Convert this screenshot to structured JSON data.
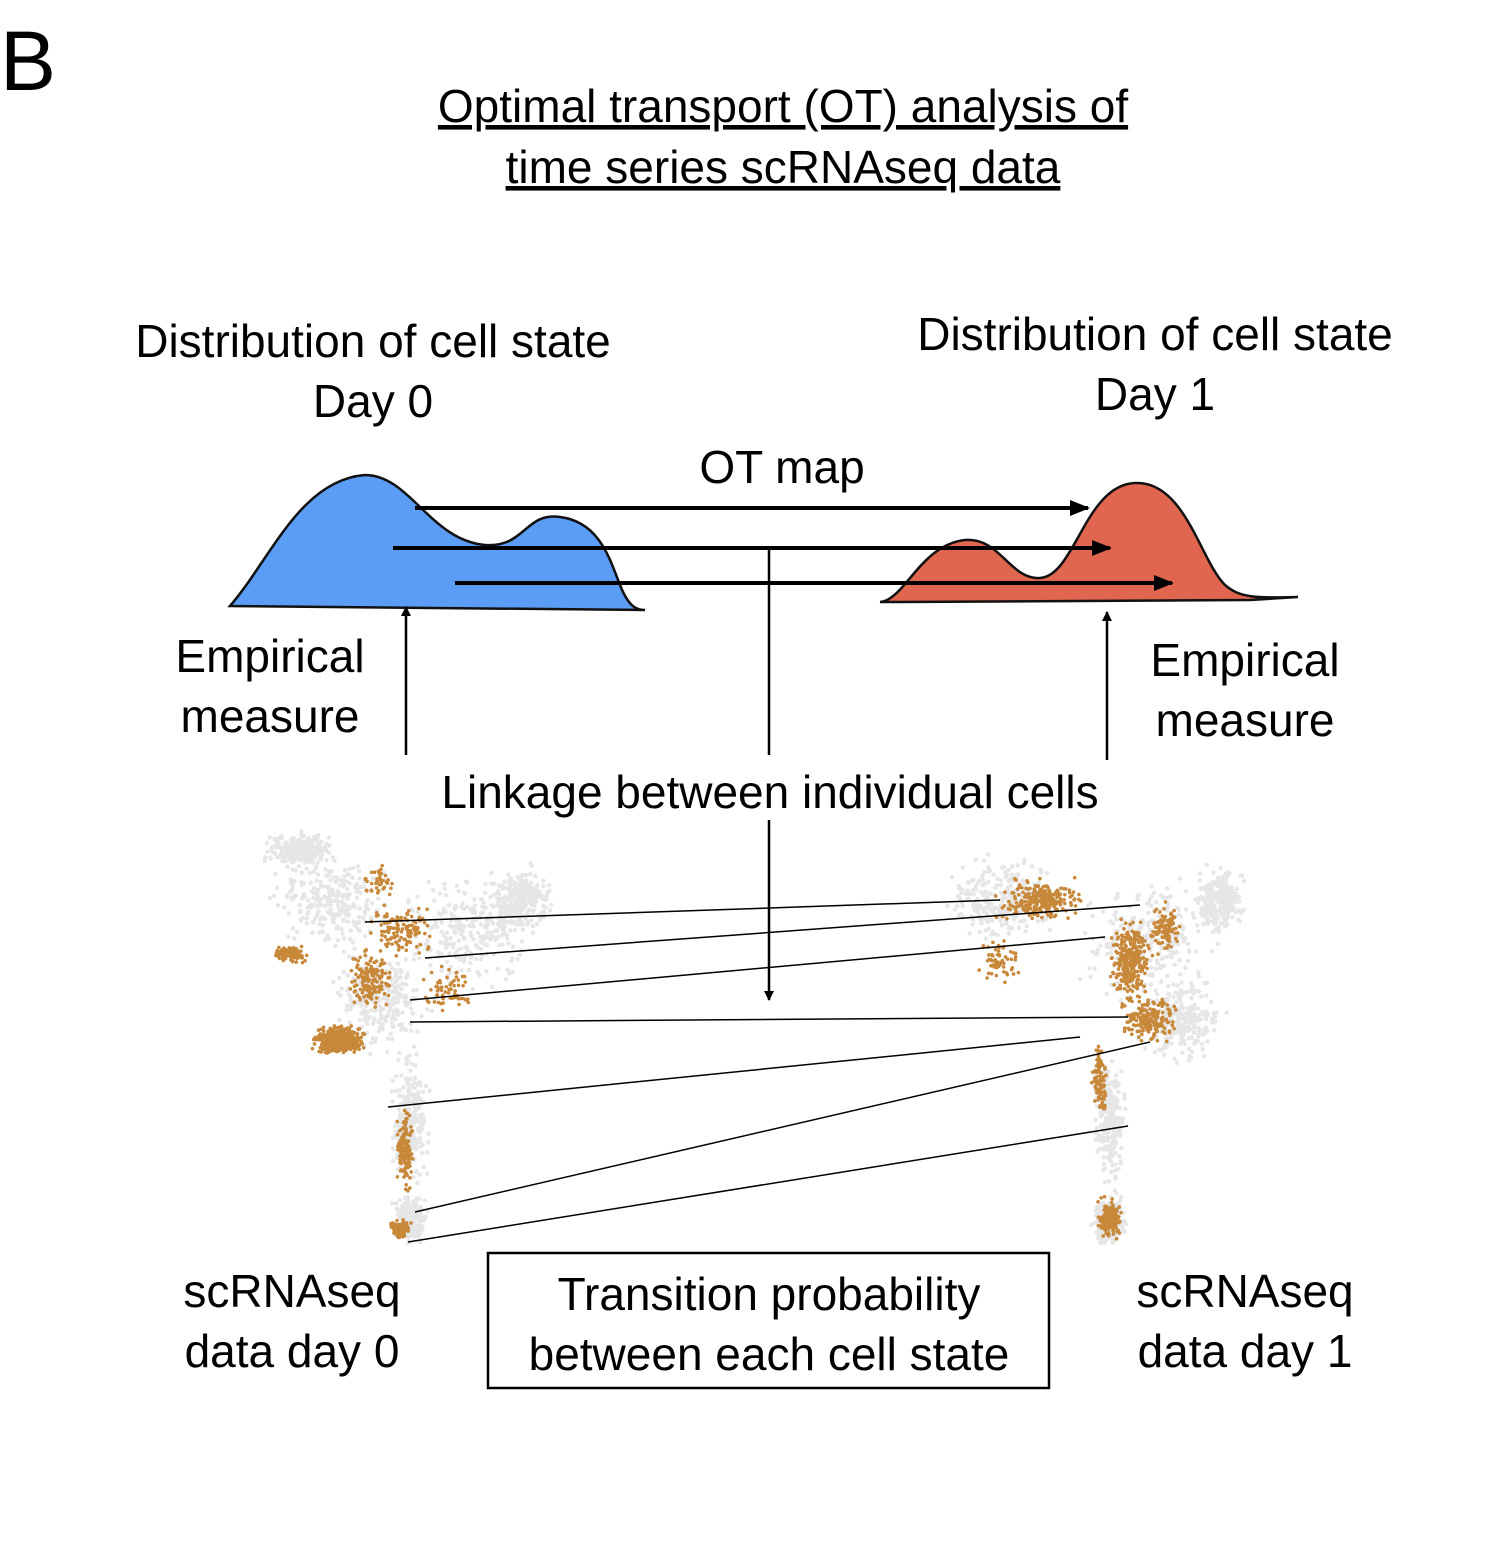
{
  "panel_label": "B",
  "title": {
    "line1": "Optimal transport (OT) analysis of",
    "line2": "time series scRNAseq data"
  },
  "day0": {
    "dist_line1": "Distribution of cell state",
    "dist_line2": "Day 0",
    "emp_line1": "Empirical",
    "emp_line2": "measure",
    "data_line1": "scRNAseq",
    "data_line2": "data day 0",
    "color": "#5b9cf5"
  },
  "day1": {
    "dist_line1": "Distribution of cell state",
    "dist_line2": "Day 1",
    "emp_line1": "Empirical",
    "emp_line2": "measure",
    "data_line1": "scRNAseq",
    "data_line2": "data day 1",
    "color": "#e06650"
  },
  "ot_map": "OT map",
  "linkage": "Linkage between individual cells",
  "result_box": {
    "line1": "Transition probability",
    "line2": "between each cell state"
  },
  "cell_color": "#c8883a",
  "background_cell_color": "#e6e6e6"
}
